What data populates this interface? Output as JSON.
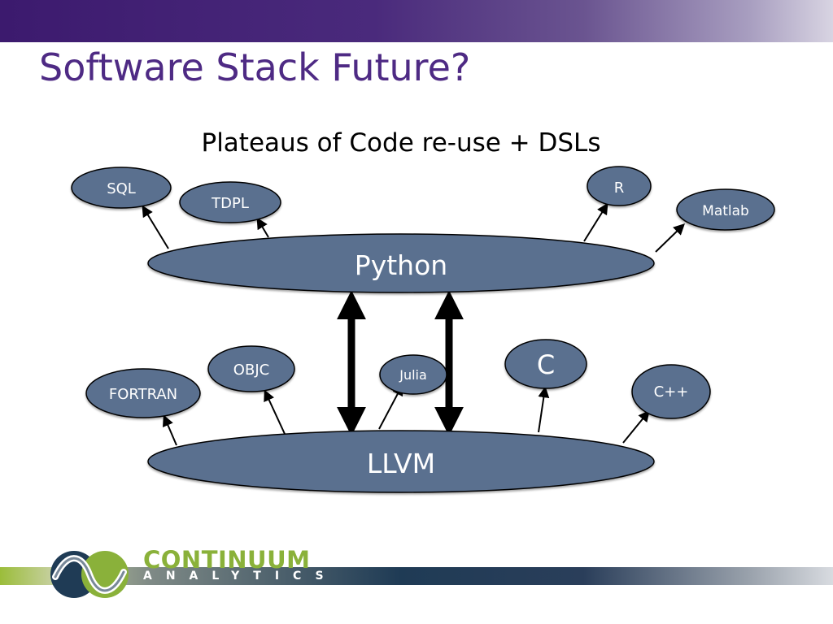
{
  "slide": {
    "title": "Software Stack Future?",
    "subtitle": "Plateaus of Code re-use + DSLs"
  },
  "diagram": {
    "platforms": {
      "python": "Python",
      "llvm": "LLVM"
    },
    "python_languages": {
      "sql": "SQL",
      "tdpl": "TDPL",
      "r": "R",
      "matlab": "Matlab"
    },
    "llvm_languages": {
      "fortran": "FORTRAN",
      "objc": "OBJC",
      "julia": "Julia",
      "c": "C",
      "cpp": "C++"
    },
    "node_fill_color": "#5a6f8f",
    "node_text_color": "#ffffff"
  },
  "logo": {
    "name": "CONTINUUM",
    "tagline": "ANALYTICS",
    "green": "#8ab13a",
    "navy": "#1f3b55"
  }
}
